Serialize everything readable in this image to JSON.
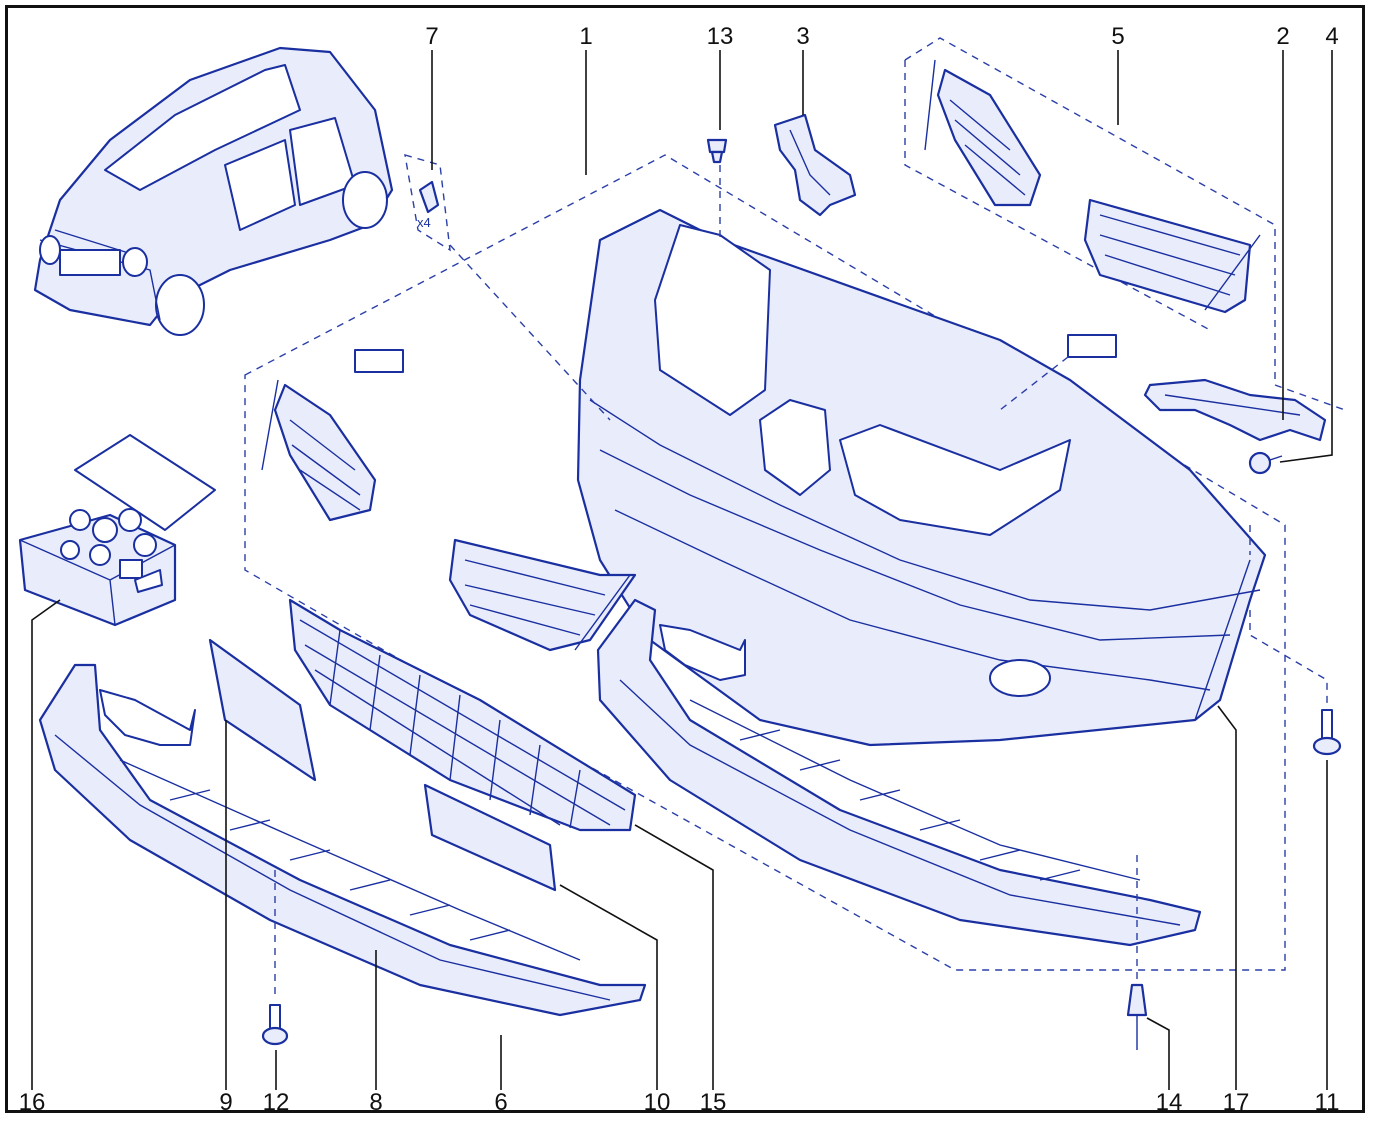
{
  "callouts": {
    "c1": "1",
    "c2": "2",
    "c3": "3",
    "c4": "4",
    "c5": "5",
    "c6": "6",
    "c7": "7",
    "c8": "8",
    "c9": "9",
    "c10": "10",
    "c11": "11",
    "c12": "12",
    "c13": "13",
    "c14": "14",
    "c15": "15",
    "c16": "16",
    "c17": "17"
  },
  "quantity_label": "x4",
  "colors": {
    "line": "#1a2fa0",
    "fill": "#e9ecfb",
    "text": "#111111",
    "frame": "#111111"
  }
}
